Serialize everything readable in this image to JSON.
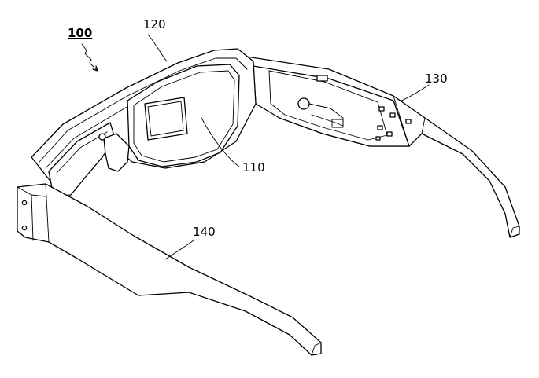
{
  "figure": {
    "labels": {
      "device": "100",
      "display": "110",
      "frame": "120",
      "right_temple": "130",
      "left_temple": "140"
    },
    "colors": {
      "line": "#000000",
      "background": "#ffffff"
    }
  }
}
